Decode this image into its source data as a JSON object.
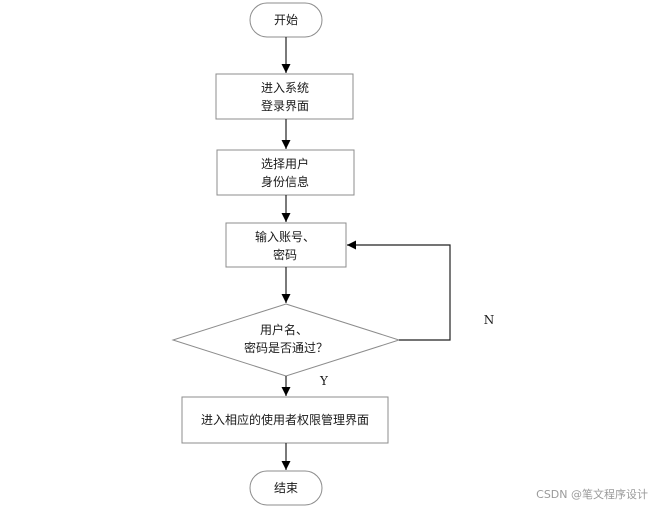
{
  "flowchart": {
    "nodes": {
      "start": {
        "lines": [
          "开始"
        ]
      },
      "enter_login": {
        "lines": [
          "进入系统",
          "登录界面"
        ]
      },
      "select_identity": {
        "lines": [
          "选择用户",
          "身份信息"
        ]
      },
      "input_credentials": {
        "lines": [
          "输入账号、",
          "密码"
        ]
      },
      "check": {
        "lines": [
          "用户名、",
          "密码是否通过？"
        ]
      },
      "enter_interface": {
        "lines": [
          "进入相应的使用者权限管理界面"
        ]
      },
      "end": {
        "lines": [
          "结束"
        ]
      }
    },
    "branches": {
      "no": "N",
      "yes": "Y"
    }
  },
  "watermark": "CSDN @笔文程序设计"
}
